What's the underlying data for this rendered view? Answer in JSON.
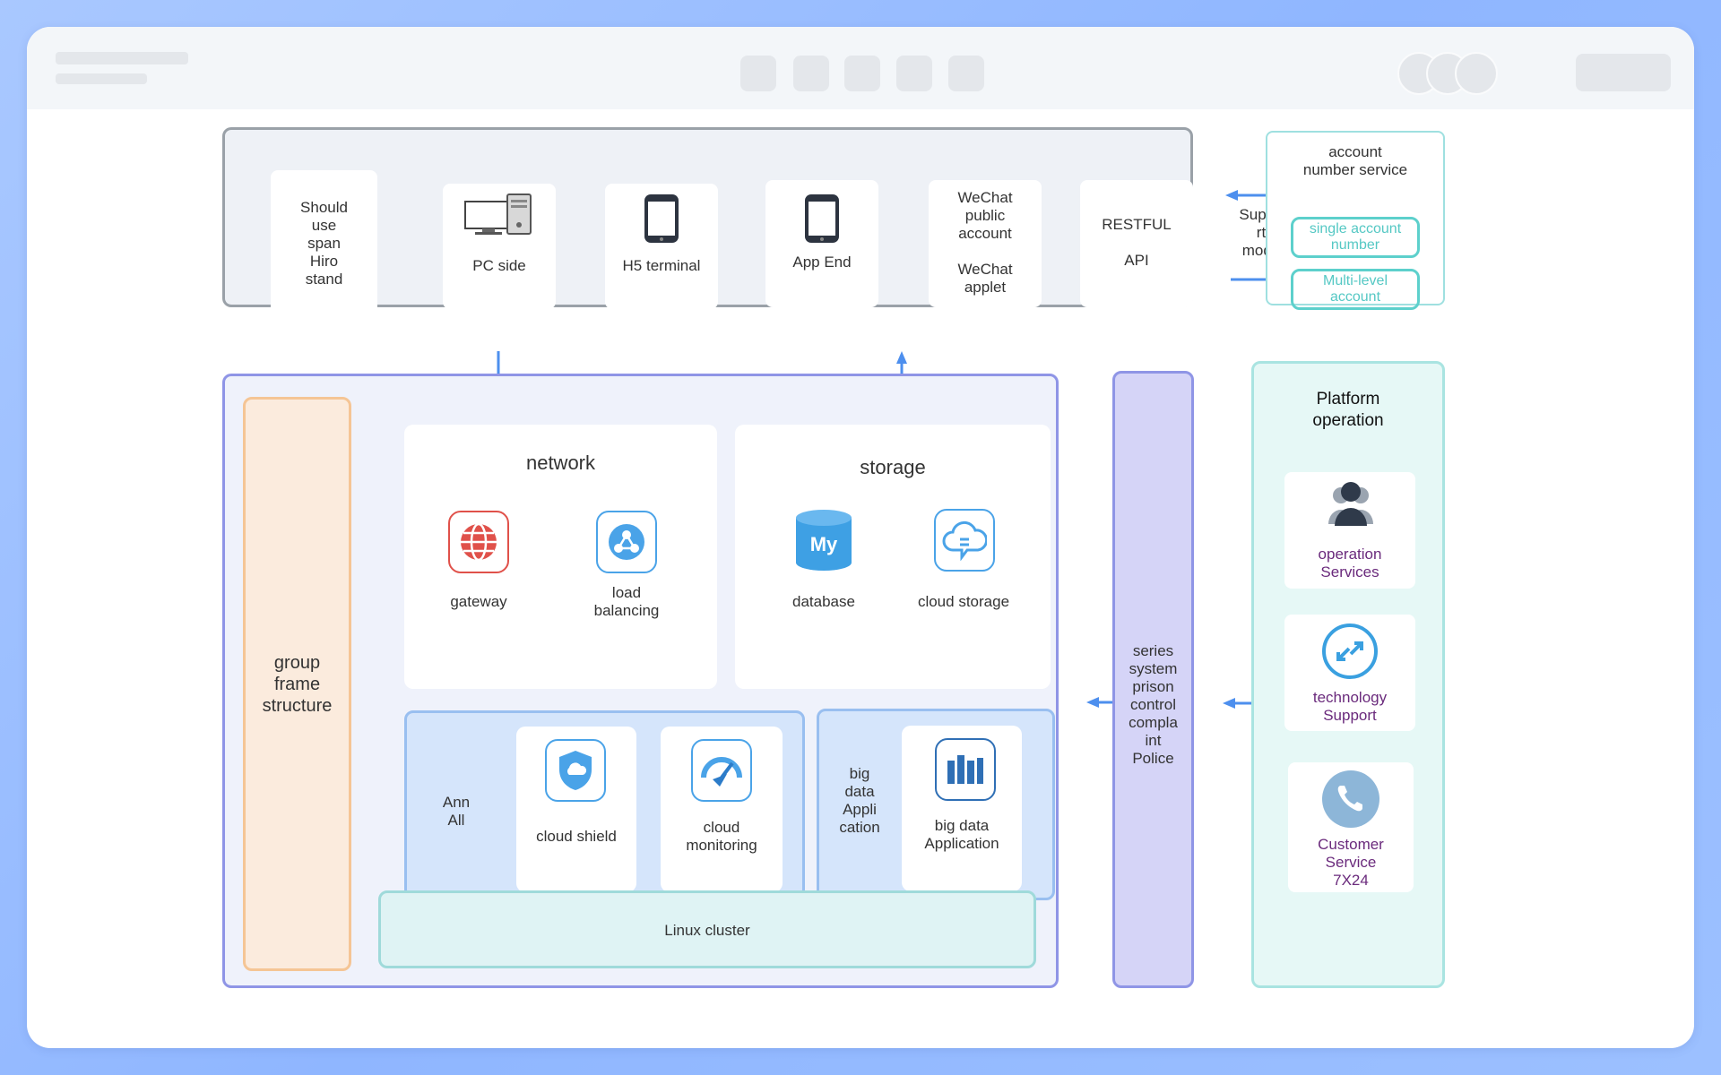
{
  "clients": {
    "span": "Should\nuse\nspan\nHiro\nstand",
    "pc": "PC side",
    "h5": "H5 terminal",
    "app": "App End",
    "wechat": "WeChat\npublic\naccount\n\nWeChat\napplet",
    "restful": "RESTFUL\n\nAPI"
  },
  "support_mode": "Suppo\nrt\nmode",
  "account": {
    "title": "account\nnumber service",
    "single": "single account\nnumber",
    "multi": "Multi-level\naccount"
  },
  "main": {
    "group": "group\nframe\nstructure",
    "network": {
      "title": "network",
      "gateway": "gateway",
      "load_balancing": "load\nbalancing"
    },
    "storage": {
      "title": "storage",
      "database": "database",
      "cloud_storage": "cloud storage"
    },
    "security": {
      "label": "Ann\nAll",
      "cloud_shield": "cloud shield",
      "cloud_monitoring": "cloud\nmonitoring"
    },
    "bigdata": {
      "label": "big\ndata\nAppli\ncation",
      "app": "big data\nApplication"
    },
    "linux": "Linux cluster"
  },
  "series": "series\nsystem\nprison\ncontrol\ncompla\nint\nPolice",
  "platform": {
    "title": "Platform\noperation",
    "ops": "operation\nServices",
    "tech": "technology\nSupport",
    "cs": "Customer\nService\n7X24"
  },
  "colors": {
    "arrow": "#4d8fee",
    "gateway": "#e0514a",
    "blue_icon": "#4aa3e8",
    "purple_text": "#6a2a7c"
  }
}
